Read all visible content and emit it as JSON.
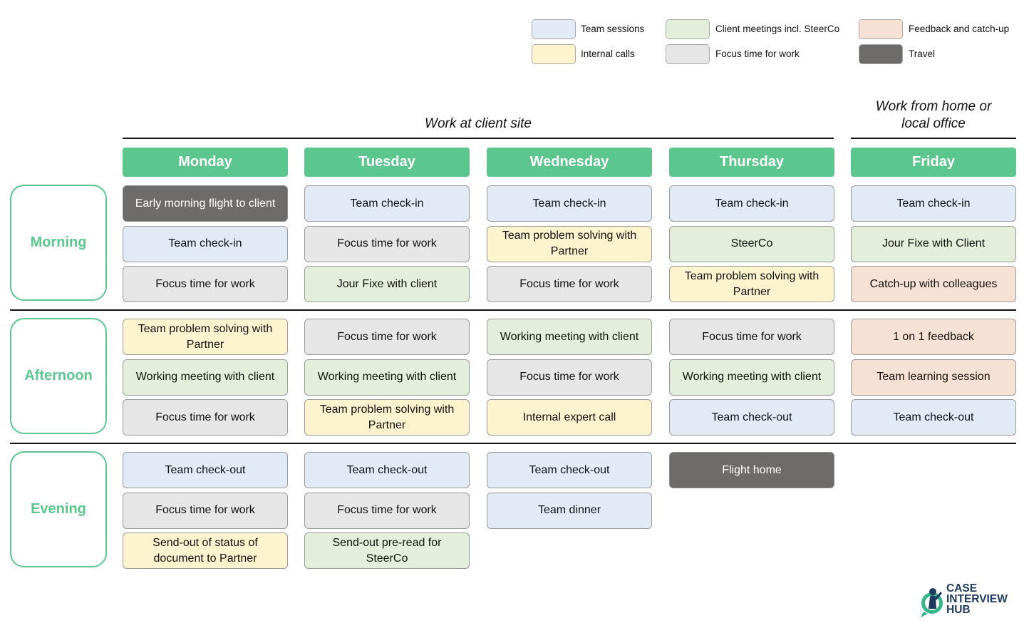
{
  "legend": [
    {
      "key": "team",
      "label": "Team sessions",
      "color": "#e1eaf5"
    },
    {
      "key": "client",
      "label": "Client meetings incl. SteerCo",
      "color": "#e3efda"
    },
    {
      "key": "feedback",
      "label": "Feedback and catch-up",
      "color": "#f6e1d4"
    },
    {
      "key": "internal",
      "label": "Internal calls",
      "color": "#fdf3cf"
    },
    {
      "key": "focus",
      "label": "Focus time for work",
      "color": "#e6e6e6"
    },
    {
      "key": "travel",
      "label": "Travel",
      "color": "#6e6b6b"
    }
  ],
  "sections": {
    "client_site": "Work at client site",
    "home_office": "Work from home or local office"
  },
  "days": [
    "Monday",
    "Tuesday",
    "Wednesday",
    "Thursday",
    "Friday"
  ],
  "periods": [
    "Morning",
    "Afternoon",
    "Evening"
  ],
  "schedule": [
    [
      [
        {
          "t": "Early morning flight to client",
          "c": "travel"
        },
        {
          "t": "Team check-in",
          "c": "team"
        },
        {
          "t": "Focus time for work",
          "c": "focus"
        }
      ],
      [
        {
          "t": "Team problem solving with Partner",
          "c": "internal"
        },
        {
          "t": "Working meeting with client",
          "c": "client"
        },
        {
          "t": "Focus time for work",
          "c": "focus"
        }
      ],
      [
        {
          "t": "Team check-out",
          "c": "team"
        },
        {
          "t": "Focus time for work",
          "c": "focus"
        },
        {
          "t": "Send-out of status of document to Partner",
          "c": "internal"
        }
      ]
    ],
    [
      [
        {
          "t": "Team check-in",
          "c": "team"
        },
        {
          "t": "Focus time for work",
          "c": "focus"
        },
        {
          "t": "Jour Fixe with client",
          "c": "client"
        }
      ],
      [
        {
          "t": "Focus time for work",
          "c": "focus"
        },
        {
          "t": "Working meeting with client",
          "c": "client"
        },
        {
          "t": "Team problem solving with Partner",
          "c": "internal"
        }
      ],
      [
        {
          "t": "Team check-out",
          "c": "team"
        },
        {
          "t": "Focus time for work",
          "c": "focus"
        },
        {
          "t": "Send-out pre-read for SteerCo",
          "c": "client"
        }
      ]
    ],
    [
      [
        {
          "t": "Team check-in",
          "c": "team"
        },
        {
          "t": "Team problem solving with Partner",
          "c": "internal"
        },
        {
          "t": "Focus time for work",
          "c": "focus"
        }
      ],
      [
        {
          "t": "Working meeting with client",
          "c": "client"
        },
        {
          "t": "Focus time for work",
          "c": "focus"
        },
        {
          "t": "Internal expert call",
          "c": "internal"
        }
      ],
      [
        {
          "t": "Team check-out",
          "c": "team"
        },
        {
          "t": "Team dinner",
          "c": "team"
        }
      ]
    ],
    [
      [
        {
          "t": "Team check-in",
          "c": "team"
        },
        {
          "t": "SteerCo",
          "c": "client"
        },
        {
          "t": "Team problem solving with Partner",
          "c": "internal"
        }
      ],
      [
        {
          "t": "Focus time for work",
          "c": "focus"
        },
        {
          "t": "Working meeting with client",
          "c": "client"
        },
        {
          "t": "Team check-out",
          "c": "team"
        }
      ],
      [
        {
          "t": "Flight home",
          "c": "travel"
        }
      ]
    ],
    [
      [
        {
          "t": "Team check-in",
          "c": "team"
        },
        {
          "t": "Jour Fixe with Client",
          "c": "client"
        },
        {
          "t": "Catch-up with colleagues",
          "c": "feedback"
        }
      ],
      [
        {
          "t": "1 on 1 feedback",
          "c": "feedback"
        },
        {
          "t": "Team learning session",
          "c": "feedback"
        },
        {
          "t": "Team check-out",
          "c": "team"
        }
      ],
      []
    ]
  ],
  "logo": {
    "line1": "CASE",
    "line2": "INTERVIEW",
    "line3": "HUB"
  }
}
